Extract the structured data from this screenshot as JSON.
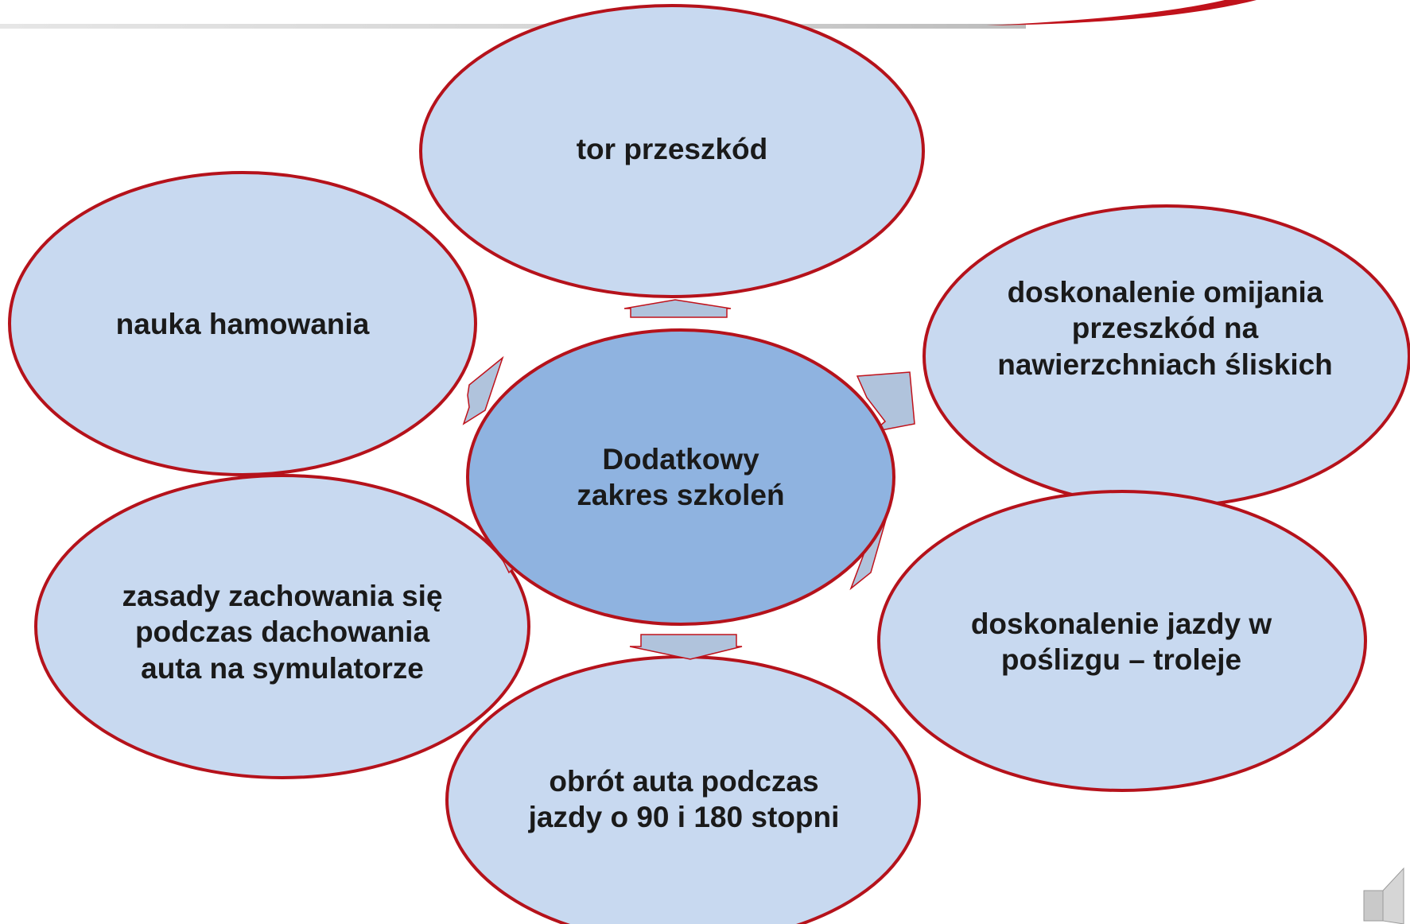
{
  "diagram": {
    "center": {
      "label": "Dodatkowy\nzakres szkoleń"
    },
    "nodes": [
      {
        "id": "tor",
        "label": "tor przeszkód"
      },
      {
        "id": "hamowanie",
        "label": "nauka hamowania"
      },
      {
        "id": "omijanie",
        "label": "doskonalenie omijania\nprzeszkód na\nnawierzchniach śliskich"
      },
      {
        "id": "dachowanie",
        "label": "zasady zachowania się\npodczas dachowania\nauta na symulatorze"
      },
      {
        "id": "poslizg",
        "label": "doskonalenie jazdy w\npoślizgu – troleje"
      },
      {
        "id": "obrot",
        "label": "obrót auta podczas\njazdy o 90 i 180 stopni"
      }
    ]
  },
  "colors": {
    "outer_fill": "#c8d9f0",
    "center_fill": "#8fb3e0",
    "ellipse_stroke": "#b5121b",
    "arrow_fill": "#b0c3dc",
    "arrow_stroke": "#c0121b",
    "header_line": "#d9d9d9",
    "accent_red": "#c0121b"
  },
  "icons": {
    "speaker": "speaker-icon"
  }
}
